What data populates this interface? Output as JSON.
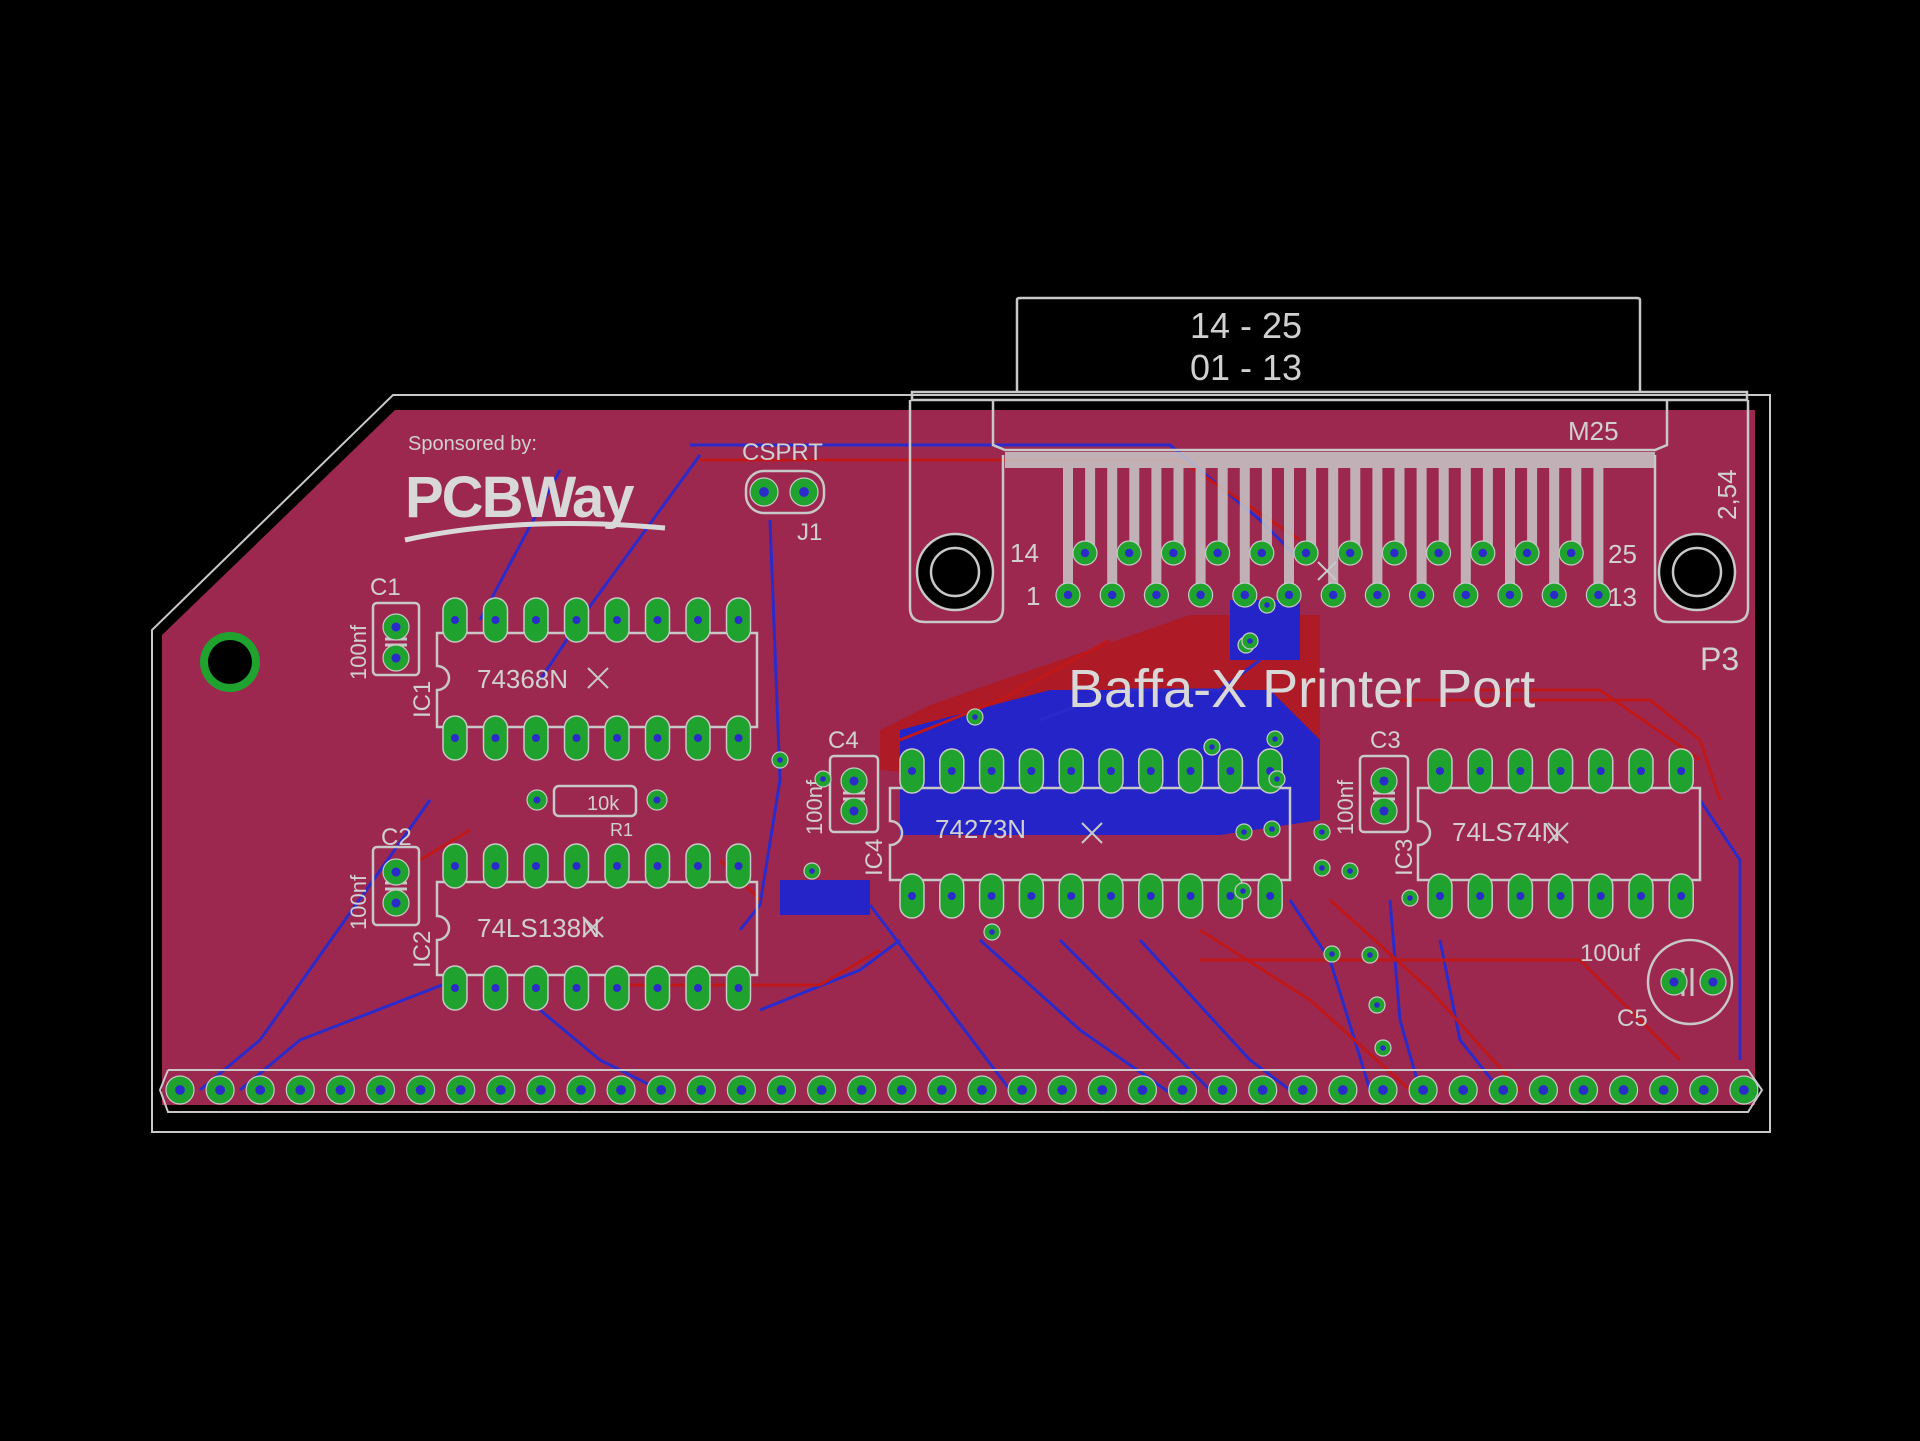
{
  "board": {
    "title": "Baffa-X Printer Port",
    "sponsor_line": "Sponsored by:",
    "sponsor_logo": "PCBWay"
  },
  "connector_p3": {
    "name": "P3",
    "value": "M25",
    "range_top": "14   -   25",
    "range_bottom": "01   -   13",
    "pin_first_top": "14",
    "pin_last_top": "25",
    "pin_first_bottom": "1",
    "pin_last_bottom": "13",
    "pitch": "2,54"
  },
  "jumper_j1": {
    "name": "J1",
    "signal": "CSPRT"
  },
  "ics": [
    {
      "ref": "IC1",
      "value": "74368N"
    },
    {
      "ref": "IC2",
      "value": "74LS138N"
    },
    {
      "ref": "IC3",
      "value": "74LS74N"
    },
    {
      "ref": "IC4",
      "value": "74273N"
    }
  ],
  "capacitors": [
    {
      "ref": "C1",
      "value": "100nf"
    },
    {
      "ref": "C2",
      "value": "100nf"
    },
    {
      "ref": "C3",
      "value": "100nf"
    },
    {
      "ref": "C4",
      "value": "100nf"
    },
    {
      "ref": "C5",
      "value": "100uf"
    }
  ],
  "resistor": {
    "ref": "R1",
    "value": "10k"
  },
  "colors": {
    "background": "#000000",
    "board_fill": "#9c2850",
    "pad": "#1fa32e",
    "silkscreen": "#c8c8c8",
    "bottom_trace": "#2b2bcc",
    "top_trace": "#c01818",
    "bottom_pour": "#2424c8",
    "top_pour": "#b01820"
  }
}
